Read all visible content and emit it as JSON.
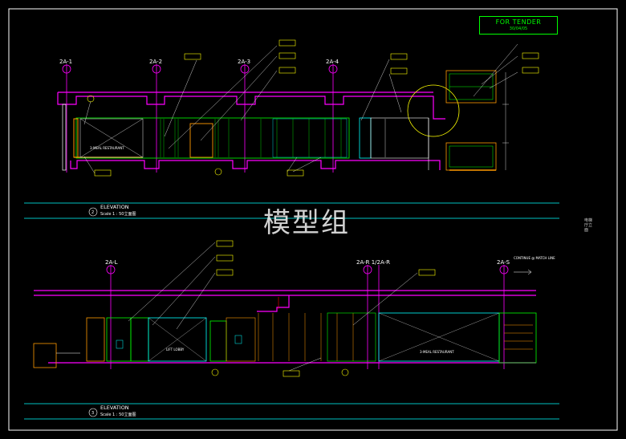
{
  "tender": {
    "title": "FOR TENDER",
    "date": "30/04/05"
  },
  "watermark": "模型组",
  "side_note": "电梯厅立面",
  "elevation_top": {
    "label": "ELEVATION",
    "scale": "Scale 1 : 50立面图",
    "number": "2",
    "grids": [
      "2A-1",
      "2A-2",
      "2A-3",
      "2A-4"
    ],
    "room_label": "3-MEAL RESTAURANT"
  },
  "elevation_bottom": {
    "label": "ELEVATION",
    "scale": "Scale 1 : 50立面图",
    "number": "3",
    "grids": [
      "2A-L",
      "2A-R 1/2A-R",
      "2A-S"
    ],
    "note": "CONTINUE @ MATCH LINE",
    "room_labels": [
      "LIFT LOBBY",
      "3-MEAL RESTAURANT"
    ]
  },
  "colors": {
    "background": "#000000",
    "frame": "#ffffff",
    "beam": "#ff00ff",
    "grid": "#ff00ff",
    "tender": "#00ff00",
    "callout": "#ffff00",
    "panel": "#00ffff",
    "timber": "#ff9900"
  }
}
